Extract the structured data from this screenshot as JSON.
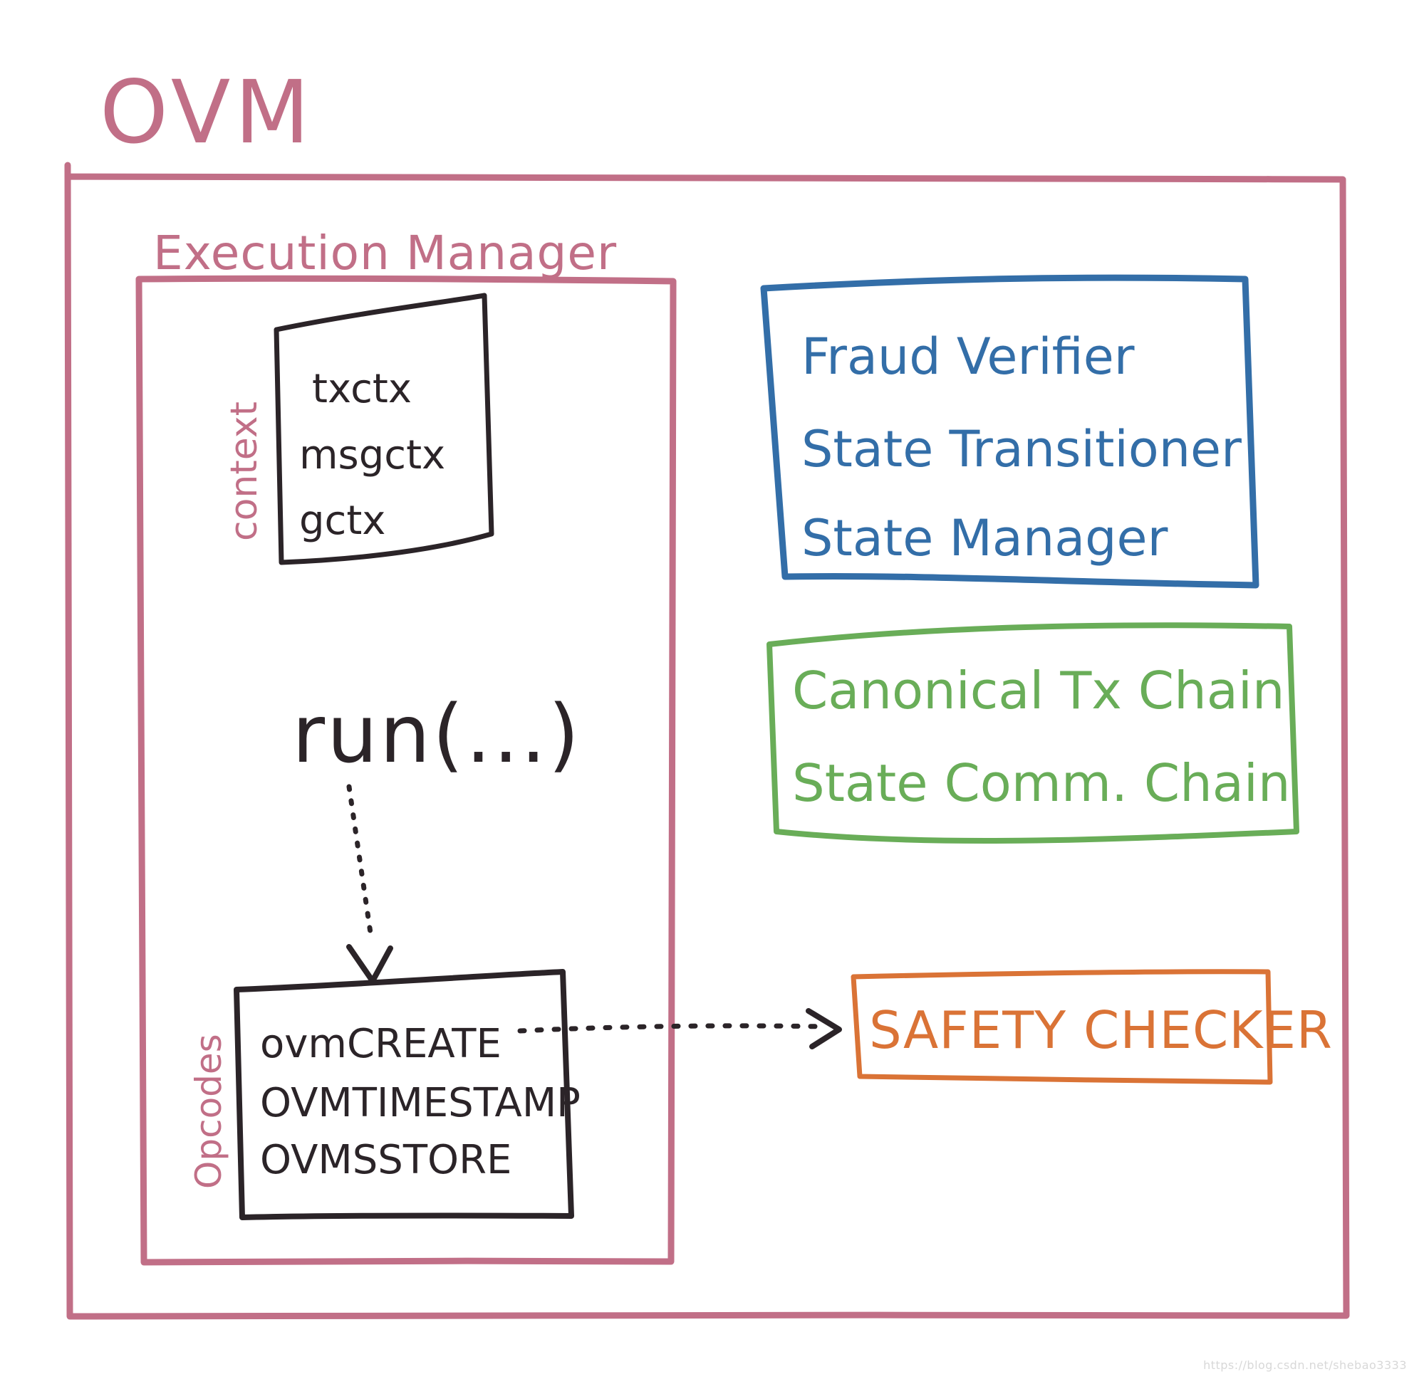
{
  "title": "OVM",
  "execution_manager": {
    "label": "Execution Manager",
    "context": {
      "label": "context",
      "items": [
        "txctx",
        "msgctx",
        "gctx"
      ]
    },
    "run_call": "run(...)",
    "opcodes": {
      "label": "Opcodes",
      "items": [
        "ovmCREATE",
        "OVMTIMESTAMP",
        "OVMSSTORE"
      ]
    }
  },
  "fraud_box": {
    "items": [
      "Fraud Verifier",
      "State Transitioner",
      "State Manager"
    ]
  },
  "chain_box": {
    "items": [
      "Canonical Tx Chain",
      "State Comm. Chain"
    ]
  },
  "safety_checker": {
    "label": "SAFETY CHECKER"
  },
  "watermark": "https://blog.csdn.net/shebao3333",
  "colors": {
    "ovm_pink": "#c16f87",
    "ink_black": "#2b2428",
    "fraud_blue": "#336ea8",
    "chain_green": "#69ad58",
    "safety_orange": "#da7336"
  }
}
